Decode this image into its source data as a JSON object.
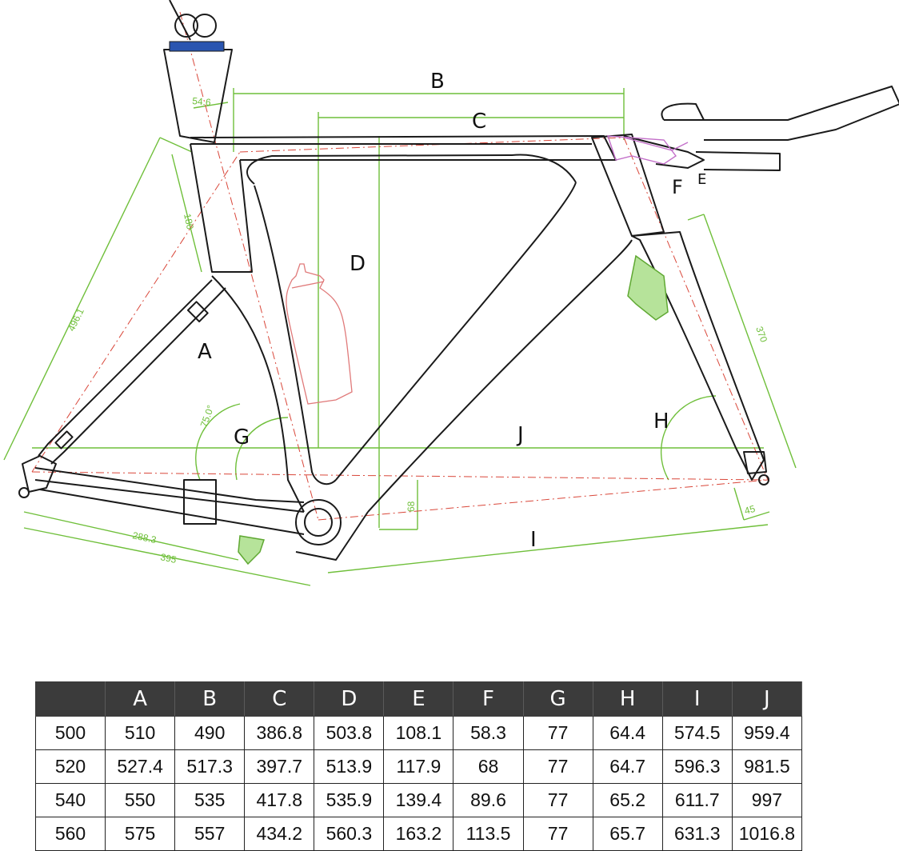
{
  "diagram": {
    "labels": [
      "A",
      "B",
      "C",
      "D",
      "E",
      "F",
      "G",
      "H",
      "I",
      "J"
    ],
    "dimension_numbers": {
      "stem": "54.6",
      "headtube": "180",
      "seat": "496.1",
      "fork": "370",
      "angle": "75.0°",
      "drop": "68",
      "rake": "45",
      "chainstay": "288.3",
      "rear": "395"
    },
    "colors": {
      "frame": "#1a1a1a",
      "dimension": "#6fbf3a",
      "centerline": "#d9473a",
      "accessory": "#c36fc9",
      "bottle": "#e07a7a",
      "highlight": "#2a55b0"
    }
  },
  "table": {
    "headers": [
      "",
      "A",
      "B",
      "C",
      "D",
      "E",
      "F",
      "G",
      "H",
      "I",
      "J"
    ],
    "rows": [
      [
        "500",
        "510",
        "490",
        "386.8",
        "503.8",
        "108.1",
        "58.3",
        "77",
        "64.4",
        "574.5",
        "959.4"
      ],
      [
        "520",
        "527.4",
        "517.3",
        "397.7",
        "513.9",
        "117.9",
        "68",
        "77",
        "64.7",
        "596.3",
        "981.5"
      ],
      [
        "540",
        "550",
        "535",
        "417.8",
        "535.9",
        "139.4",
        "89.6",
        "77",
        "65.2",
        "611.7",
        "997"
      ],
      [
        "560",
        "575",
        "557",
        "434.2",
        "560.3",
        "163.2",
        "113.5",
        "77",
        "65.7",
        "631.3",
        "1016.8"
      ]
    ]
  }
}
